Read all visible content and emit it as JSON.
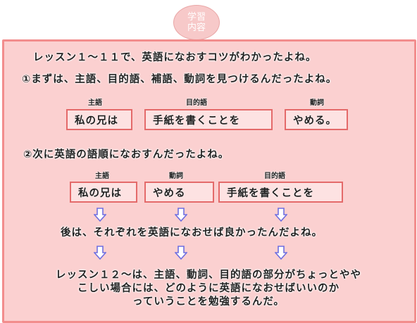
{
  "badge": {
    "line1": "学習",
    "line2": "内容"
  },
  "intro": "レッスン１～１１で、英語になおすコツがわかったよね。",
  "step1": {
    "heading": "①まずは、主語、目的語、補語、動詞を見つけるんだったよね。",
    "items": [
      {
        "label": "主語",
        "text": "私の兄は"
      },
      {
        "label": "目的語",
        "text": "手紙を書くことを"
      },
      {
        "label": "動詞",
        "text": "やめる。"
      }
    ]
  },
  "step2": {
    "heading": "②次に英語の語順になおすんだったよね。",
    "items": [
      {
        "label": "主語",
        "text": "私の兄は"
      },
      {
        "label": "動詞",
        "text": "やめる"
      },
      {
        "label": "目的語",
        "text": "手紙を書くことを"
      }
    ]
  },
  "after": "後は、それぞれを英語になおせば良かったんだよね。",
  "final": {
    "line1": "レッスン１２～は、主語、動詞、目的語の部分がちょっとやや",
    "line2": "こしい場合には、どのように英語になおせばいいのか",
    "line3": "っていうことを勉強するんだ。"
  },
  "colors": {
    "panel": "#fbd0d0",
    "border": "#f28d8d",
    "box_border": "#e46a6a",
    "arrow": "#6f6fe0"
  },
  "icons": {
    "arrow": "down-arrow-icon"
  }
}
